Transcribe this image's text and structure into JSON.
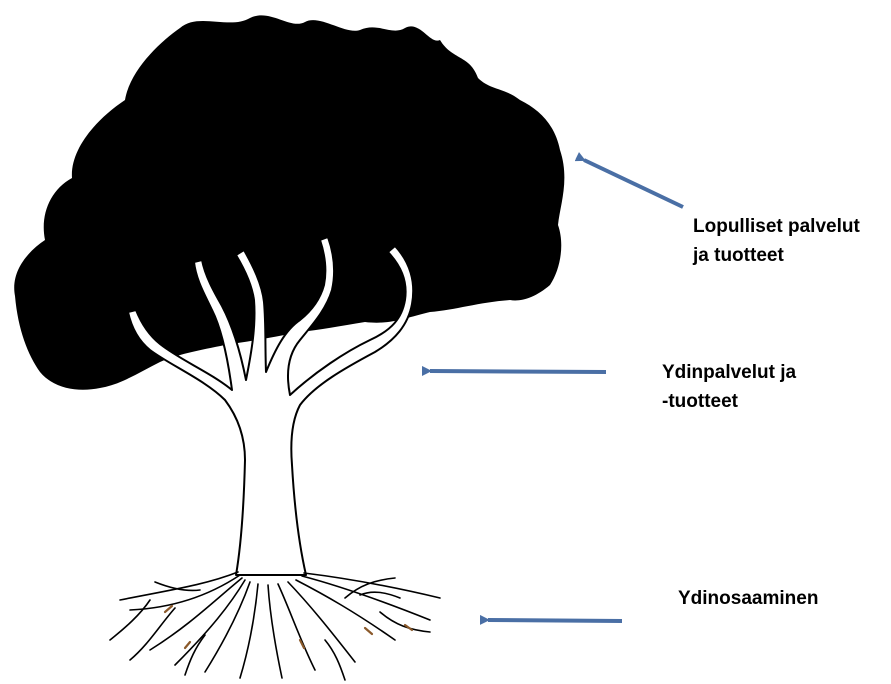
{
  "labels": {
    "canopy": {
      "line1": "Lopulliset palvelut",
      "line2": "ja tuotteet"
    },
    "branches": {
      "line1": "Ydinpalvelut ja",
      "line2": "-tuotteet"
    },
    "roots": {
      "line1": "Ydinosaaminen"
    }
  },
  "colors": {
    "canopy": "#000000",
    "trunk_outline": "#000000",
    "arrow": "#4a6fa5",
    "root_accent": "#8b5a2b"
  }
}
